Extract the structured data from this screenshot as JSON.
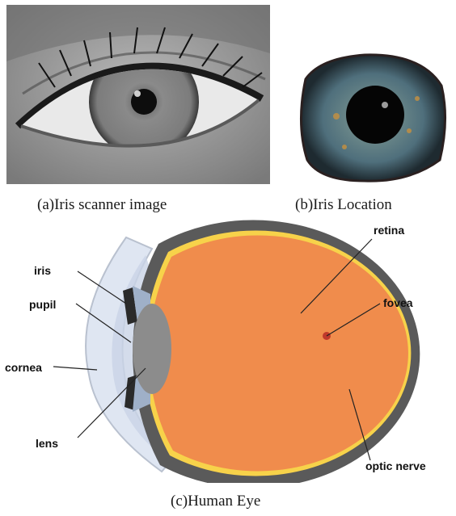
{
  "panels": {
    "a": {
      "caption": "(a)Iris scanner image"
    },
    "b": {
      "caption": "(b)Iris Location"
    },
    "c": {
      "caption": "(c)Human Eye",
      "labels": {
        "retina": "retina",
        "iris": "iris",
        "pupil": "pupil",
        "fovea": "fovea",
        "cornea": "cornea",
        "lens": "lens",
        "optic_nerve": "optic nerve"
      }
    }
  },
  "colors": {
    "vitreous": "#f08c4c",
    "sclera": "#5a5a5a",
    "retina_line": "#f7d24a",
    "optic_nerve": "#f5c63a",
    "cornea": "#dfe6f2",
    "lens": "#8c8c8c",
    "iris_dark": "#2a2a2a",
    "iris_b": "#5e7a86"
  }
}
